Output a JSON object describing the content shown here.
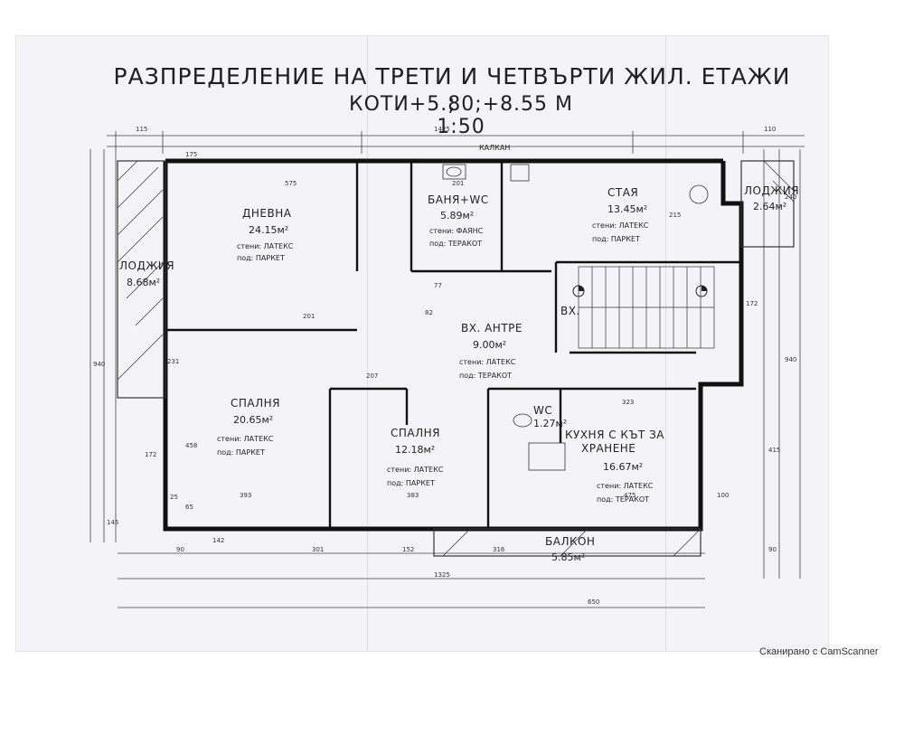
{
  "title": {
    "line1": "РАЗПРЕДЕЛЕНИЕ НА ТРЕТИ И ЧЕТВЪРТИ ЖИЛ. ЕТАЖИ ;",
    "line2": "КОТИ+5.80;+8.55 М 1:50"
  },
  "top_label": "КАЛКАН",
  "rooms": [
    {
      "id": "dnevna",
      "name": "ДНЕВНА",
      "area": "24.15м²",
      "walls": "стени: ЛАТЕКС",
      "floor": "под: ПАРКЕТ"
    },
    {
      "id": "banya",
      "name": "БАНЯ+WC",
      "area": "5.89м²",
      "walls": "стени: ФАЯНС",
      "floor": "под: ТЕРАКОТ"
    },
    {
      "id": "staya",
      "name": "СТАЯ",
      "area": "13.45м²",
      "walls": "стени: ЛАТЕКС",
      "floor": "под: ПАРКЕТ"
    },
    {
      "id": "lodzhia_r",
      "name": "ЛОДЖИЯ",
      "area": "2.64м²"
    },
    {
      "id": "lodzhia_l",
      "name": "ЛОДЖИЯ",
      "area": "8.68м²"
    },
    {
      "id": "antre",
      "name": "ВХ. АНТРЕ",
      "area": "9.00м²",
      "walls": "стени: ЛАТЕКС",
      "floor": "под: ТЕРАКОТ"
    },
    {
      "id": "vh",
      "name": "ВХ."
    },
    {
      "id": "spalnya1",
      "name": "СПАЛНЯ",
      "area": "20.65м²",
      "walls": "стени: ЛАТЕКС",
      "floor": "под: ПАРКЕТ"
    },
    {
      "id": "spalnya2",
      "name": "СПАЛНЯ",
      "area": "12.18м²",
      "walls": "стени: ЛАТЕКС",
      "floor": "под: ПАРКЕТ"
    },
    {
      "id": "wc",
      "name": "WC",
      "area": "1.27м²"
    },
    {
      "id": "kuhnya",
      "name": "КУХНЯ С КЪТ ЗА",
      "name2": "ХРАНЕНЕ",
      "area": "16.67м²",
      "walls": "стени: ЛАТЕКС",
      "floor": "под: ТЕРАКОТ"
    },
    {
      "id": "balkon",
      "name": "БАЛКОН",
      "area": "5.85м²"
    }
  ],
  "dimensions": {
    "top": [
      "115",
      "1425",
      "110"
    ],
    "top_inner": [
      "175",
      "575",
      "201",
      "201",
      "215"
    ],
    "bottom": [
      "90",
      "142",
      "301",
      "152",
      "316",
      "650",
      "1325"
    ],
    "right": [
      "240",
      "415",
      "172",
      "940",
      "90"
    ],
    "left": [
      "940",
      "145",
      "172"
    ],
    "misc": [
      "393",
      "383",
      "323",
      "475",
      "100",
      "207",
      "82",
      "77",
      "231",
      "458",
      "25",
      "65"
    ]
  },
  "watermark": "Сканирано с CamScanner"
}
